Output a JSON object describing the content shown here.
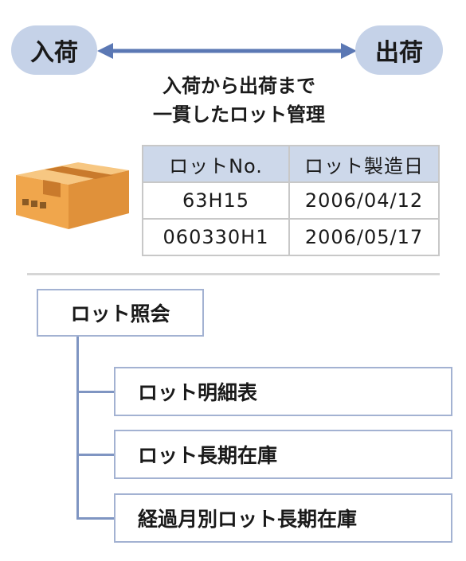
{
  "flow": {
    "start_label": "入荷",
    "end_label": "出荷",
    "caption_line1": "入荷から出荷まで",
    "caption_line2": "一貫したロット管理",
    "accent_color": "#5b78b4",
    "pill_color": "#c5d2e8"
  },
  "box_icon": "cardboard-box-icon",
  "lot_table": {
    "headers": [
      "ロットNo.",
      "ロット製造日"
    ],
    "rows": [
      [
        "63H15",
        "2006/04/12"
      ],
      [
        "060330H1",
        "2006/05/17"
      ]
    ]
  },
  "menu_tree": {
    "root_label": "ロット照会",
    "children": [
      "ロット明細表",
      "ロット長期在庫",
      "経過月別ロット長期在庫"
    ]
  }
}
